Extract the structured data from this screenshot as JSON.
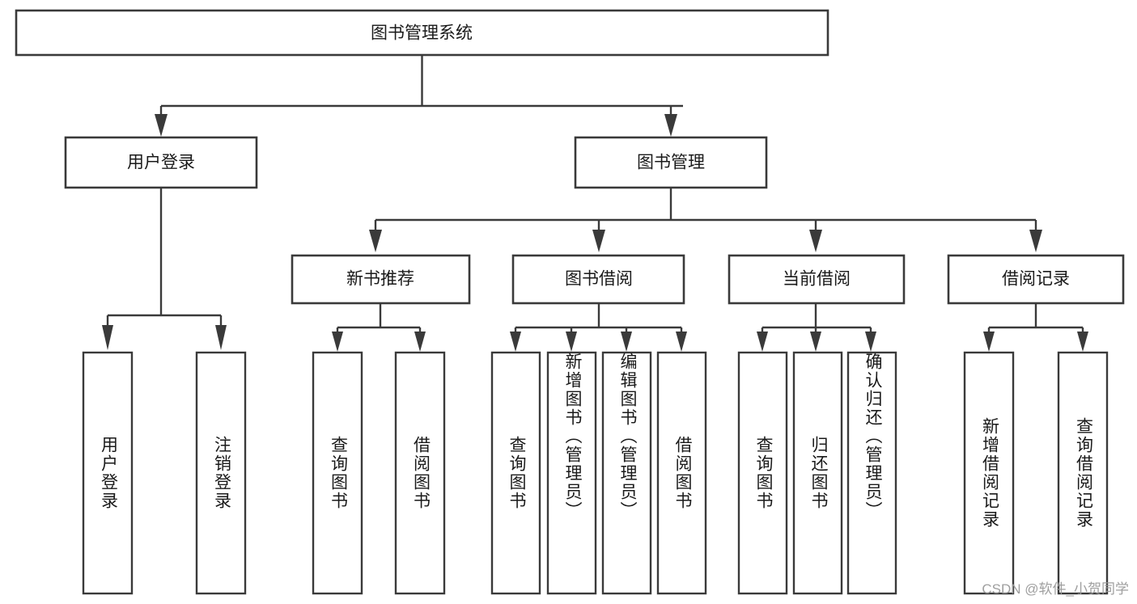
{
  "diagram": {
    "title": "图书管理系统",
    "type": "tree-hierarchy-diagram",
    "colors": {
      "box_stroke": "#3a3a3a",
      "box_fill": "#ffffff",
      "text": "#1a1a1a",
      "background": "#ffffff",
      "watermark": "#9a9a9a"
    },
    "root": {
      "label": "图书管理系统"
    },
    "level1": [
      {
        "label": "用户登录"
      },
      {
        "label": "图书管理"
      }
    ],
    "level2": [
      {
        "label": "新书推荐"
      },
      {
        "label": "图书借阅"
      },
      {
        "label": "当前借阅"
      },
      {
        "label": "借阅记录"
      }
    ],
    "leaves": {
      "user_login": [
        {
          "label": "用户登录"
        },
        {
          "label": "注销登录"
        }
      ],
      "new_book_recommend": [
        {
          "label": "查询图书"
        },
        {
          "label": "借阅图书"
        }
      ],
      "book_borrow": [
        {
          "label": "查询图书"
        },
        {
          "label": "新增图书（管理员）"
        },
        {
          "label": "编辑图书（管理员）"
        },
        {
          "label": "借阅图书"
        }
      ],
      "current_borrow": [
        {
          "label": "查询图书"
        },
        {
          "label": "归还图书"
        },
        {
          "label": "确认归还（管理员）"
        }
      ],
      "borrow_record": [
        {
          "label": "新增借阅记录"
        },
        {
          "label": "查询借阅记录"
        }
      ]
    },
    "watermark": "CSDN @软件_小贺同学"
  }
}
